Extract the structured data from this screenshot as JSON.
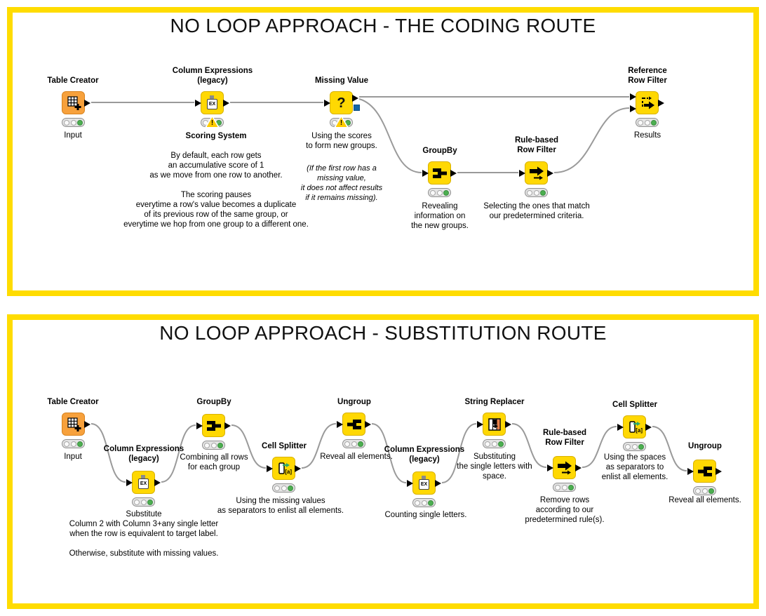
{
  "panels": [
    {
      "title": "NO LOOP APPROACH - THE CODING ROUTE",
      "nodes": [
        {
          "label": "Table Creator",
          "note": "Input"
        },
        {
          "label": "Column Expressions\n(legacy)",
          "note_title": "Scoring System",
          "note": "By default, each row gets\nan accumulative score of 1\nas we move from one row to another.\n\nThe scoring pauses\neverytime a row's value becomes a duplicate\nof its previous row of the same group, or\neverytime we hop from one group to a different one."
        },
        {
          "label": "Missing Value",
          "note": "Using the scores\nto form new groups.",
          "note_italic": "(If the first row has a\nmissing value,\nit does not affect results\nif it remains missing)."
        },
        {
          "label": "GroupBy",
          "note": "Revealing\ninformation on\nthe new groups."
        },
        {
          "label": "Rule-based\nRow Filter",
          "note": "Selecting the ones that match\nour predetermined criteria."
        },
        {
          "label": "Reference\nRow Filter",
          "note": "Results"
        }
      ]
    },
    {
      "title": "NO LOOP APPROACH - SUBSTITUTION ROUTE",
      "nodes": [
        {
          "label": "Table Creator",
          "note": "Input"
        },
        {
          "label": "Column Expressions\n(legacy)",
          "note": "Substitute\nColumn 2 with Column 3+any single letter\nwhen the row is equivalent to target label.\n\nOtherwise, substitute with missing values."
        },
        {
          "label": "GroupBy",
          "note": "Combining all rows\nfor each group"
        },
        {
          "label": "Cell Splitter",
          "note": "Using the missing values\nas separators to enlist all elements."
        },
        {
          "label": "Ungroup",
          "note": "Reveal all elements."
        },
        {
          "label": "Column Expressions\n(legacy)",
          "note": "Counting single letters."
        },
        {
          "label": "String Replacer",
          "note": "Substituting\nthe single letters with\nspace."
        },
        {
          "label": "Rule-based\nRow Filter",
          "note": "Remove rows\naccording to our\npredetermined rule(s)."
        },
        {
          "label": "Cell Splitter",
          "note": "Using the spaces\nas separators to\nenlist all elements."
        },
        {
          "label": "Ungroup",
          "note": "Reveal all elements."
        }
      ]
    }
  ],
  "icons": {
    "ex": "EX",
    "question": "?",
    "cell_a": "[a]",
    "warning": "!"
  },
  "colors": {
    "panel_border": "#FFDC00",
    "node_yellow": "#FFD803",
    "node_orange": "#F7A13C",
    "status_green": "#4CAF50",
    "wire_gray": "#9A9A9A",
    "blue_port": "#1565A7"
  }
}
